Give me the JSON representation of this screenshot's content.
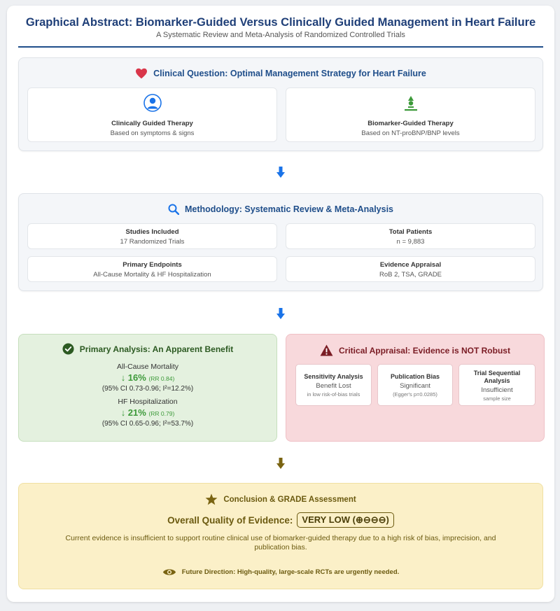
{
  "header": {
    "title": "Graphical Abstract: Biomarker-Guided Versus Clinically Guided Management in Heart Failure",
    "subtitle": "A Systematic Review and Meta-Analysis of Randomized Controlled Trials"
  },
  "question": {
    "title": "Clinical Question: Optimal Management Strategy for Heart Failure",
    "cards": [
      {
        "label": "Clinically Guided Therapy",
        "value": "Based on symptoms & signs",
        "icon": "person-icon"
      },
      {
        "label": "Biomarker-Guided Therapy",
        "value": "Based on NT-proBNP/BNP levels",
        "icon": "microscope-icon"
      }
    ]
  },
  "methodology": {
    "title": "Methodology: Systematic Review & Meta-Analysis",
    "cards": [
      {
        "label": "Studies Included",
        "value": "17 Randomized Trials"
      },
      {
        "label": "Total Patients",
        "value": "n = 9,883"
      },
      {
        "label": "Primary Endpoints",
        "value": "All-Cause Mortality & HF Hospitalization"
      },
      {
        "label": "Evidence Appraisal",
        "value": "RoB 2, TSA, GRADE"
      }
    ]
  },
  "primary": {
    "title": "Primary Analysis: An Apparent Benefit",
    "outcomes": [
      {
        "name": "All-Cause Mortality",
        "reduction": "↓ 16%",
        "rr": "(RR 0.84)",
        "ci": "(95% CI 0.73-0.96; I²=12.2%)"
      },
      {
        "name": "HF Hospitalization",
        "reduction": "↓ 21%",
        "rr": "(RR 0.79)",
        "ci": "(95% CI 0.65-0.96; I²=53.7%)"
      }
    ]
  },
  "critical": {
    "title": "Critical Appraisal: Evidence is NOT Robust",
    "cards": [
      {
        "label": "Sensitivity Analysis",
        "value": "Benefit Lost",
        "note": "in low risk-of-bias trials"
      },
      {
        "label": "Publication Bias",
        "value": "Significant",
        "note": "(Egger's p=0.0285)"
      },
      {
        "label": "Trial Sequential Analysis",
        "value": "Insufficient",
        "note": "sample size"
      }
    ]
  },
  "conclusion": {
    "title": "Conclusion & GRADE Assessment",
    "quality_label": "Overall Quality of Evidence:",
    "grade": "VERY LOW (⊕⊖⊖⊖)",
    "text": "Current evidence is insufficient to support routine clinical use of biomarker-guided therapy due to a high risk of bias, imprecision, and publication bias.",
    "future": "Future Direction: High-quality, large-scale RCTs are urgently needed."
  },
  "colors": {
    "primary_blue": "#1f4e8a",
    "arrow_blue": "#1a73e8",
    "green": "#3d9a3a",
    "red": "#7a1c24",
    "gold": "#7a6412"
  }
}
